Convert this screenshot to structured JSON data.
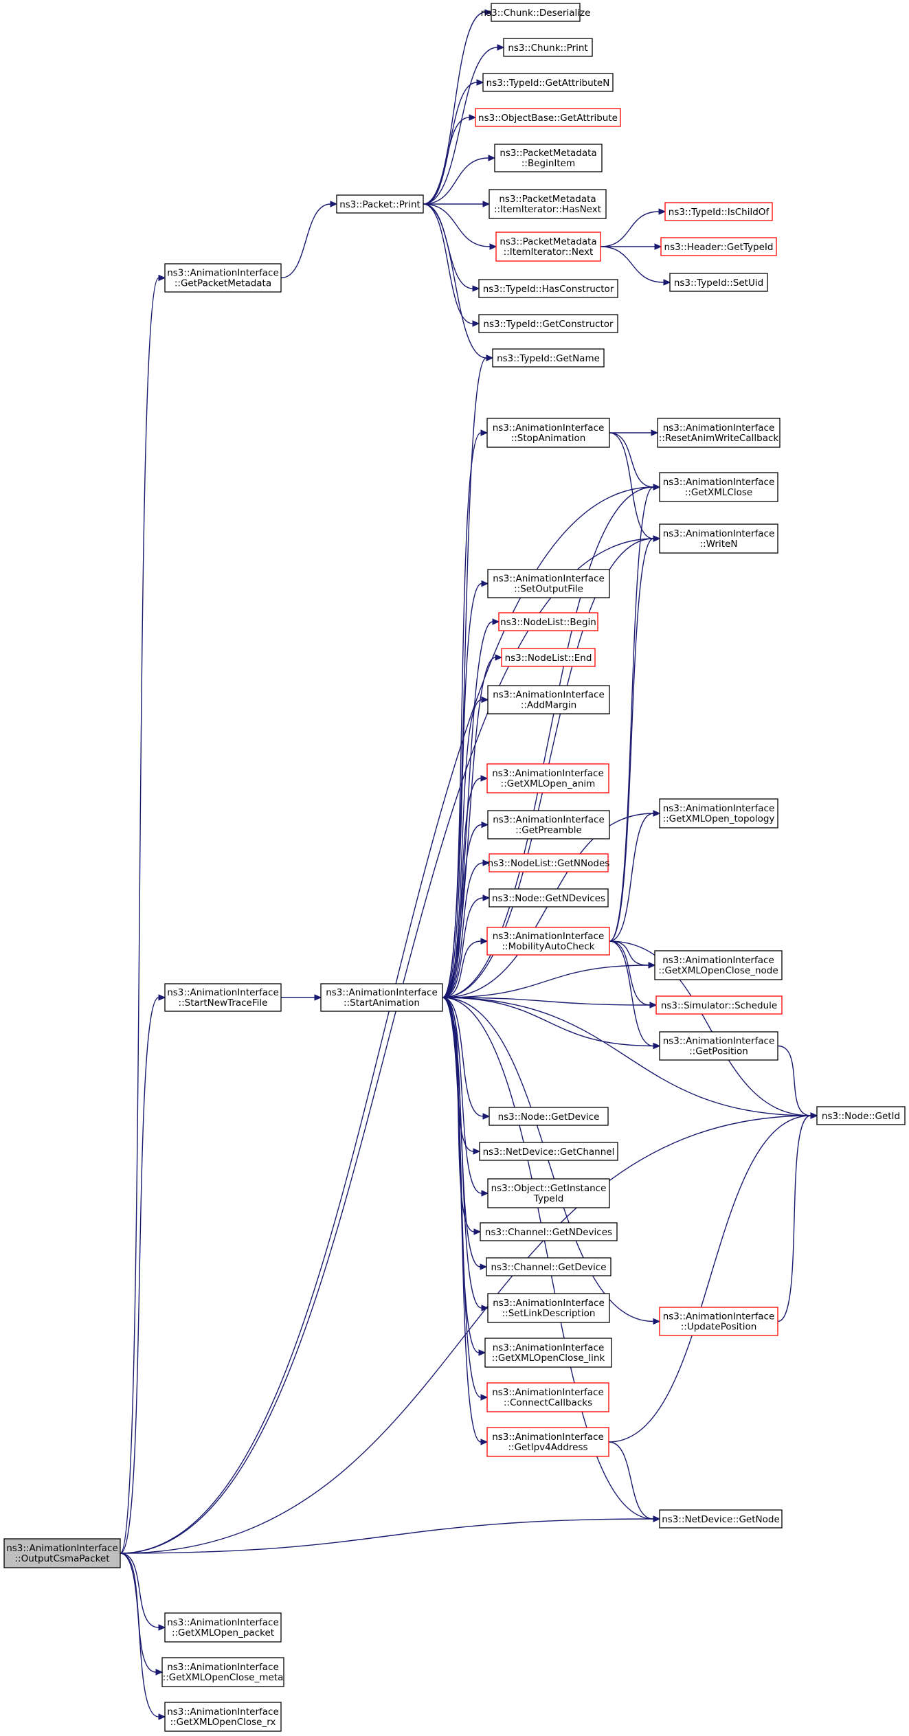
{
  "graph": {
    "type": "call-graph",
    "colors": {
      "edge": "#191970",
      "node_border_default": "#000000",
      "node_border_truncated": "#ff0000",
      "root_fill": "#bfbfbf",
      "node_fill": "#ffffff"
    },
    "nodes": [
      {
        "id": "outputcsma",
        "lines": [
          "ns3::AnimationInterface",
          "::OutputCsmaPacket"
        ],
        "root": true
      },
      {
        "id": "getpacketmetadata",
        "lines": [
          "ns3::AnimationInterface",
          "::GetPacketMetadata"
        ]
      },
      {
        "id": "packetprint",
        "lines": [
          "ns3::Packet::Print"
        ]
      },
      {
        "id": "chunkdeserialize",
        "lines": [
          "ns3::Chunk::Deserialize"
        ]
      },
      {
        "id": "chunkprint",
        "lines": [
          "ns3::Chunk::Print"
        ]
      },
      {
        "id": "getattributen",
        "lines": [
          "ns3::TypeId::GetAttributeN"
        ]
      },
      {
        "id": "getattribute",
        "lines": [
          "ns3::ObjectBase::GetAttribute"
        ],
        "truncated": true
      },
      {
        "id": "beginitem",
        "lines": [
          "ns3::PacketMetadata",
          "::BeginItem"
        ]
      },
      {
        "id": "hasnext",
        "lines": [
          "ns3::PacketMetadata",
          "::ItemIterator::HasNext"
        ]
      },
      {
        "id": "next",
        "lines": [
          "ns3::PacketMetadata",
          "::ItemIterator::Next"
        ],
        "truncated": true
      },
      {
        "id": "ischildof",
        "lines": [
          "ns3::TypeId::IsChildOf"
        ],
        "truncated": true
      },
      {
        "id": "headergettypeid",
        "lines": [
          "ns3::Header::GetTypeId"
        ],
        "truncated": true
      },
      {
        "id": "setuid",
        "lines": [
          "ns3::TypeId::SetUid"
        ]
      },
      {
        "id": "hasconstructor",
        "lines": [
          "ns3::TypeId::HasConstructor"
        ]
      },
      {
        "id": "getconstructor",
        "lines": [
          "ns3::TypeId::GetConstructor"
        ]
      },
      {
        "id": "getname",
        "lines": [
          "ns3::TypeId::GetName"
        ]
      },
      {
        "id": "stopanimation",
        "lines": [
          "ns3::AnimationInterface",
          "::StopAnimation"
        ]
      },
      {
        "id": "resetanim",
        "lines": [
          "ns3::AnimationInterface",
          "::ResetAnimWriteCallback"
        ]
      },
      {
        "id": "getxmlclose",
        "lines": [
          "ns3::AnimationInterface",
          "::GetXMLClose"
        ]
      },
      {
        "id": "writen",
        "lines": [
          "ns3::AnimationInterface",
          "::WriteN"
        ]
      },
      {
        "id": "setoutputfile",
        "lines": [
          "ns3::AnimationInterface",
          "::SetOutputFile"
        ]
      },
      {
        "id": "nodelistbegin",
        "lines": [
          "ns3::NodeList::Begin"
        ],
        "truncated": true
      },
      {
        "id": "nodelistend",
        "lines": [
          "ns3::NodeList::End"
        ],
        "truncated": true
      },
      {
        "id": "addmargin",
        "lines": [
          "ns3::AnimationInterface",
          "::AddMargin"
        ]
      },
      {
        "id": "getxmlopenanim",
        "lines": [
          "ns3::AnimationInterface",
          "::GetXMLOpen_anim"
        ],
        "truncated": true
      },
      {
        "id": "getxmlopentopology",
        "lines": [
          "ns3::AnimationInterface",
          "::GetXMLOpen_topology"
        ]
      },
      {
        "id": "getpreamble",
        "lines": [
          "ns3::AnimationInterface",
          "::GetPreamble"
        ]
      },
      {
        "id": "getnnodes",
        "lines": [
          "ns3::NodeList::GetNNodes"
        ],
        "truncated": true
      },
      {
        "id": "nodegetndevices",
        "lines": [
          "ns3::Node::GetNDevices"
        ]
      },
      {
        "id": "mobilityautocheck",
        "lines": [
          "ns3::AnimationInterface",
          "::MobilityAutoCheck"
        ],
        "truncated": true
      },
      {
        "id": "getxmlopenclosenode",
        "lines": [
          "ns3::AnimationInterface",
          "::GetXMLOpenClose_node"
        ]
      },
      {
        "id": "startnewtracefile",
        "lines": [
          "ns3::AnimationInterface",
          "::StartNewTraceFile"
        ]
      },
      {
        "id": "startanimation",
        "lines": [
          "ns3::AnimationInterface",
          "::StartAnimation"
        ]
      },
      {
        "id": "schedule",
        "lines": [
          "ns3::Simulator::Schedule"
        ],
        "truncated": true
      },
      {
        "id": "getposition",
        "lines": [
          "ns3::AnimationInterface",
          "::GetPosition"
        ]
      },
      {
        "id": "nodegetid",
        "lines": [
          "ns3::Node::GetId"
        ]
      },
      {
        "id": "nodegetdevice",
        "lines": [
          "ns3::Node::GetDevice"
        ]
      },
      {
        "id": "getchannel",
        "lines": [
          "ns3::NetDevice::GetChannel"
        ]
      },
      {
        "id": "getinstancetypeid",
        "lines": [
          "ns3::Object::GetInstance",
          "TypeId"
        ]
      },
      {
        "id": "channelgetndevices",
        "lines": [
          "ns3::Channel::GetNDevices"
        ]
      },
      {
        "id": "channelgetdevice",
        "lines": [
          "ns3::Channel::GetDevice"
        ]
      },
      {
        "id": "setlinkdescription",
        "lines": [
          "ns3::AnimationInterface",
          "::SetLinkDescription"
        ]
      },
      {
        "id": "updateposition",
        "lines": [
          "ns3::AnimationInterface",
          "::UpdatePosition"
        ],
        "truncated": true
      },
      {
        "id": "getxmlopencloselink",
        "lines": [
          "ns3::AnimationInterface",
          "::GetXMLOpenClose_link"
        ]
      },
      {
        "id": "connectcallbacks",
        "lines": [
          "ns3::AnimationInterface",
          "::ConnectCallbacks"
        ],
        "truncated": true
      },
      {
        "id": "getipv4address",
        "lines": [
          "ns3::AnimationInterface",
          "::GetIpv4Address"
        ],
        "truncated": true
      },
      {
        "id": "netdevicegetnode",
        "lines": [
          "ns3::NetDevice::GetNode"
        ]
      },
      {
        "id": "getxmlopenpacket",
        "lines": [
          "ns3::AnimationInterface",
          "::GetXMLOpen_packet"
        ]
      },
      {
        "id": "getxmlopenclosemeta",
        "lines": [
          "ns3::AnimationInterface",
          "::GetXMLOpenClose_meta"
        ]
      },
      {
        "id": "getxmlopencloserx",
        "lines": [
          "ns3::AnimationInterface",
          "::GetXMLOpenClose_rx"
        ]
      }
    ],
    "edges": [
      [
        "outputcsma",
        "getpacketmetadata"
      ],
      [
        "outputcsma",
        "getxmlclose"
      ],
      [
        "outputcsma",
        "writen"
      ],
      [
        "outputcsma",
        "startnewtracefile"
      ],
      [
        "outputcsma",
        "netdevicegetnode"
      ],
      [
        "outputcsma",
        "nodegetid"
      ],
      [
        "outputcsma",
        "getxmlopenpacket"
      ],
      [
        "outputcsma",
        "getxmlopenclosemeta"
      ],
      [
        "outputcsma",
        "getxmlopencloserx"
      ],
      [
        "getpacketmetadata",
        "packetprint"
      ],
      [
        "packetprint",
        "chunkdeserialize"
      ],
      [
        "packetprint",
        "chunkprint"
      ],
      [
        "packetprint",
        "getattributen"
      ],
      [
        "packetprint",
        "getattribute"
      ],
      [
        "packetprint",
        "beginitem"
      ],
      [
        "packetprint",
        "hasnext"
      ],
      [
        "packetprint",
        "next"
      ],
      [
        "packetprint",
        "hasconstructor"
      ],
      [
        "packetprint",
        "getconstructor"
      ],
      [
        "packetprint",
        "getname"
      ],
      [
        "next",
        "ischildof"
      ],
      [
        "next",
        "headergettypeid"
      ],
      [
        "next",
        "setuid"
      ],
      [
        "startnewtracefile",
        "startanimation"
      ],
      [
        "startanimation",
        "getname"
      ],
      [
        "startanimation",
        "stopanimation"
      ],
      [
        "startanimation",
        "getxmlclose"
      ],
      [
        "startanimation",
        "writen"
      ],
      [
        "startanimation",
        "setoutputfile"
      ],
      [
        "startanimation",
        "nodelistbegin"
      ],
      [
        "startanimation",
        "nodelistend"
      ],
      [
        "startanimation",
        "addmargin"
      ],
      [
        "startanimation",
        "getxmlopenanim"
      ],
      [
        "startanimation",
        "getxmlopentopology"
      ],
      [
        "startanimation",
        "getpreamble"
      ],
      [
        "startanimation",
        "getnnodes"
      ],
      [
        "startanimation",
        "nodegetndevices"
      ],
      [
        "startanimation",
        "mobilityautocheck"
      ],
      [
        "startanimation",
        "getxmlopenclosenode"
      ],
      [
        "startanimation",
        "schedule"
      ],
      [
        "startanimation",
        "getposition"
      ],
      [
        "startanimation",
        "nodegetid"
      ],
      [
        "startanimation",
        "nodegetdevice"
      ],
      [
        "startanimation",
        "getchannel"
      ],
      [
        "startanimation",
        "getinstancetypeid"
      ],
      [
        "startanimation",
        "channelgetndevices"
      ],
      [
        "startanimation",
        "channelgetdevice"
      ],
      [
        "startanimation",
        "setlinkdescription"
      ],
      [
        "startanimation",
        "getxmlopencloselink"
      ],
      [
        "startanimation",
        "connectcallbacks"
      ],
      [
        "startanimation",
        "getipv4address"
      ],
      [
        "startanimation",
        "updateposition"
      ],
      [
        "startanimation",
        "netdevicegetnode"
      ],
      [
        "stopanimation",
        "resetanim"
      ],
      [
        "stopanimation",
        "getxmlclose"
      ],
      [
        "stopanimation",
        "writen"
      ],
      [
        "mobilityautocheck",
        "getxmlclose"
      ],
      [
        "mobilityautocheck",
        "writen"
      ],
      [
        "mobilityautocheck",
        "getxmlopentopology"
      ],
      [
        "mobilityautocheck",
        "getxmlopenclosenode"
      ],
      [
        "mobilityautocheck",
        "schedule"
      ],
      [
        "mobilityautocheck",
        "getposition"
      ],
      [
        "mobilityautocheck",
        "nodegetid"
      ],
      [
        "getposition",
        "nodegetid"
      ],
      [
        "updateposition",
        "nodegetid"
      ],
      [
        "getipv4address",
        "nodegetid"
      ],
      [
        "getipv4address",
        "netdevicegetnode"
      ]
    ]
  }
}
